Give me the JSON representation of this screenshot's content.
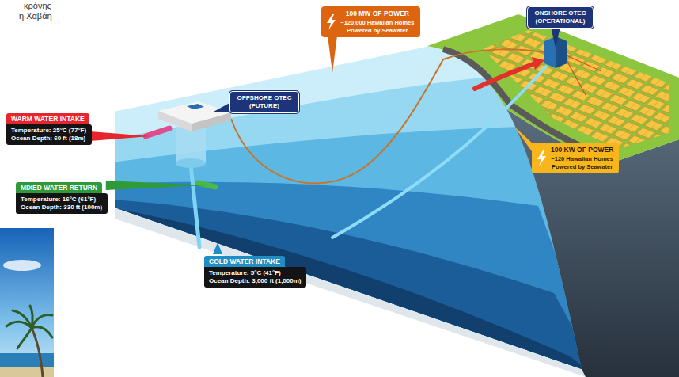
{
  "diagram": {
    "nodes": [
      {
        "text": [
          "WARM WATER INTAKE",
          "Temperature: 25°C (77°F) Ocean Depth: 60 ft (18m)"
        ]
      },
      {
        "text": [
          "OFFSHORE OTEC (FUTURE)"
        ]
      },
      {
        "text": [
          "100 MW OF POWER",
          "~120,000 Hawaiian Homes Powered by Seawater"
        ]
      },
      {
        "text": [
          "ONSHORE OTEC (OPERATIONAL)"
        ]
      },
      {
        "text": [
          "MIXED WATER RETURN",
          "Temperature: 16°C (61°F) Ocean Depth: 330 ft (100m)"
        ]
      },
      {
        "text": [
          "100 KW OF POWER",
          "~120 Hawaiian Homes Powered by Seawater"
        ]
      },
      {
        "text": [
          "COLD WATER INTAKE",
          "Temperature: 5°C (41°F) Ocean Depth: 3,000 ft (1,000m)"
        ]
      }
    ],
    "labels": [
      "κρόνης",
      "η Χαβάη"
    ]
  }
}
